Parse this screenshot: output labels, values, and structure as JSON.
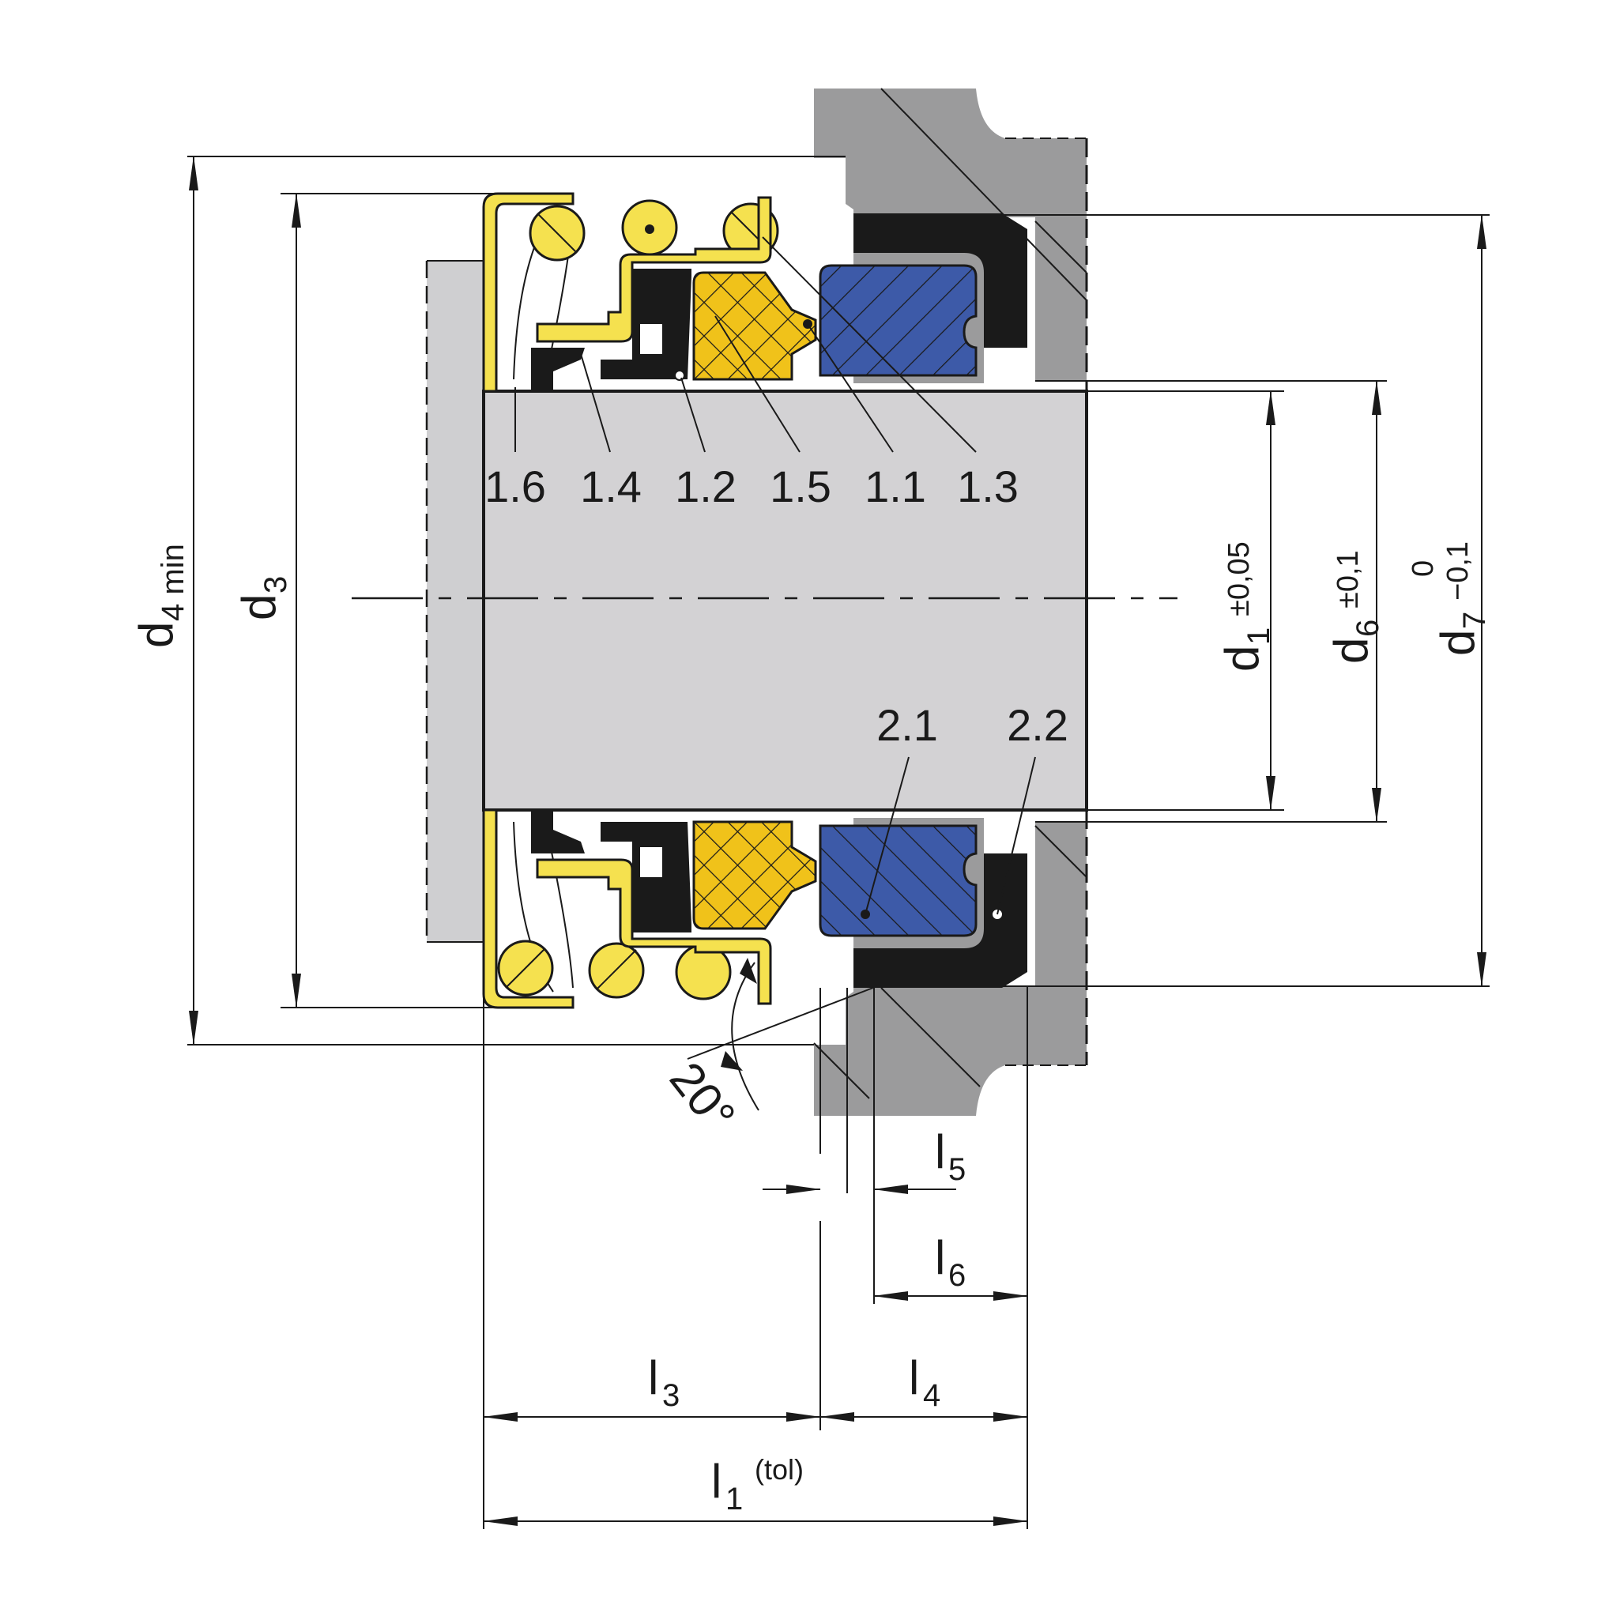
{
  "colors": {
    "housing": "#9b9b9c",
    "shaft": "#d3d2d4",
    "gland": "#cfcfd1",
    "metal_parts": "#f5e14f",
    "seal_face_carbon": "#f0c21a",
    "seat_ring": "#3d5aa8",
    "elastomer": "#1a1a1a",
    "line": "#1a1a1a"
  },
  "part_labels": [
    "1.6",
    "1.4",
    "1.2",
    "1.5",
    "1.1",
    "1.3",
    "2.1",
    "2.2"
  ],
  "dimensions": {
    "d4": {
      "main": "d",
      "sub": "4 min"
    },
    "d3": {
      "main": "d",
      "sub": "3"
    },
    "d1": {
      "main": "d",
      "sub": "1",
      "tol": "±0,05"
    },
    "d6": {
      "main": "d",
      "sub": "6",
      "tol": "±0,1"
    },
    "d7": {
      "main": "d",
      "sub": "7",
      "tol_upper": "0",
      "tol_lower": "−0,1"
    },
    "l1": {
      "main": "l",
      "sub": "1",
      "note": "(tol)"
    },
    "l3": {
      "main": "l",
      "sub": "3"
    },
    "l4": {
      "main": "l",
      "sub": "4"
    },
    "l5": {
      "main": "l",
      "sub": "5"
    },
    "l6": {
      "main": "l",
      "sub": "6"
    },
    "angle": "20°"
  }
}
